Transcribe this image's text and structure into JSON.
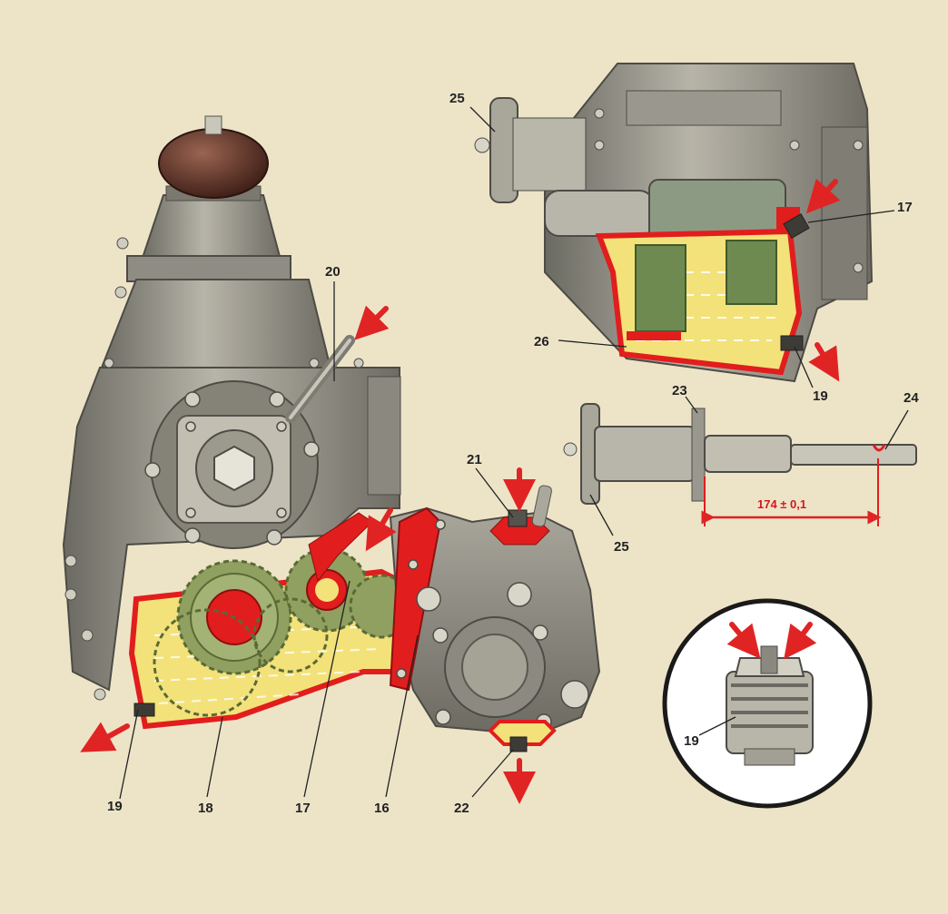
{
  "callouts": {
    "c25_top": "25",
    "c17_top": "17",
    "c26": "26",
    "c19_top": "19",
    "c20": "20",
    "c23": "23",
    "c24": "24",
    "c21": "21",
    "c25_mid": "25",
    "c19_detail": "19",
    "c19_bottom": "19",
    "c18": "18",
    "c17_bottom": "17",
    "c16": "16",
    "c22": "22"
  },
  "dimension": {
    "text": "174 ± 0,1"
  },
  "colors": {
    "background": "#ede4c8",
    "housing": "#8d8b80",
    "housing_dark": "#5f5d55",
    "oil": "#f3e27a",
    "cutaway": "#e21d1d",
    "gear": "#8fa060",
    "boot": "#5a2f22",
    "arrow": "#e02424"
  },
  "icons": {
    "flow_arrow": "red-arrow-icon"
  }
}
